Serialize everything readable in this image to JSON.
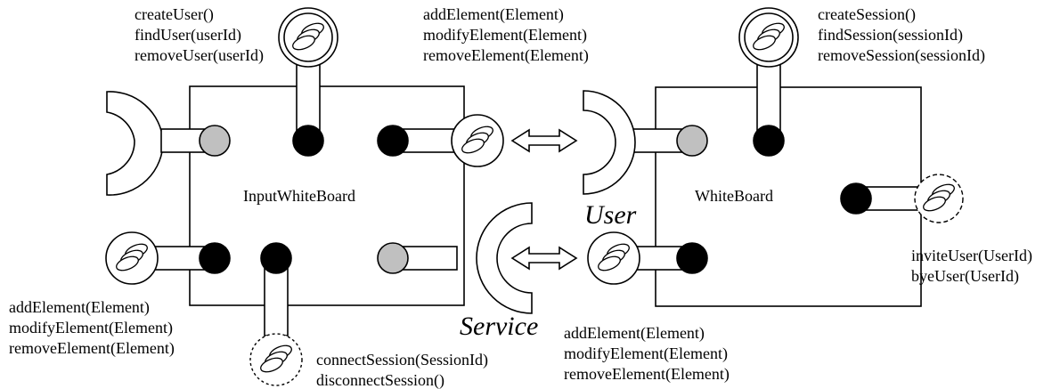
{
  "diagram": {
    "components": {
      "input_whiteboard": "InputWhiteBoard",
      "whiteboard": "WhiteBoard"
    },
    "side_labels": {
      "user": "User",
      "service": "Service"
    },
    "interfaces": {
      "iwb_top": [
        "createUser()",
        "findUser(userId)",
        "removeUser(userId)"
      ],
      "iwb_right_top": [
        "addElement(Element)",
        "modifyElement(Element)",
        "removeElement(Element)"
      ],
      "iwb_left_bottom": [
        "addElement(Element)",
        "modifyElement(Element)",
        "removeElement(Element)"
      ],
      "iwb_bottom": [
        "connectSession(SessionId)",
        "disconnectSession()"
      ],
      "wb_top": [
        "createSession()",
        "findSession(sessionId)",
        "removeSession(sessionId)"
      ],
      "wb_right": [
        "inviteUser(UserId)",
        "byeUser(UserId)"
      ],
      "wb_left_bottom": [
        "addElement(Element)",
        "modifyElement(Element)",
        "removeElement(Element)"
      ]
    },
    "colors": {
      "provided_port": "#000000",
      "required_port": "#c0c0c0",
      "line": "#000000",
      "background": "#ffffff"
    }
  }
}
